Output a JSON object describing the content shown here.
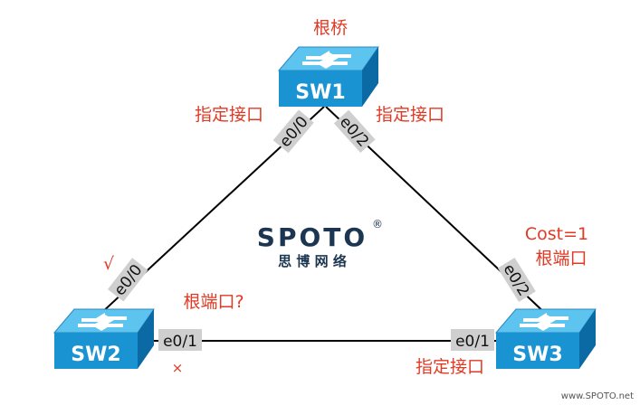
{
  "switches": [
    {
      "name": "SW1",
      "role": "根桥"
    },
    {
      "name": "SW2"
    },
    {
      "name": "SW3"
    }
  ],
  "ports": {
    "sw1_e00": "e0/0",
    "sw1_e02": "e0/2",
    "sw2_e00": "e0/0",
    "sw2_e01": "e0/1",
    "sw3_e02": "e0/2",
    "sw3_e01": "e0/1"
  },
  "annotations": {
    "sw1_left": "指定接口",
    "sw1_right": "指定接口",
    "sw2_check": "√",
    "sw2_question": "根端口?",
    "sw2_cross": "×",
    "sw3_cost": "Cost=1",
    "sw3_root_port": "根端口",
    "sw3_designated": "指定接口"
  },
  "logo": {
    "brand": "SPOTO",
    "reg": "®",
    "subtitle": "思 博 网 络"
  },
  "watermark": "www.SPOTO.net",
  "colors": {
    "annotation": "#e03a25",
    "switch_top": "#5cc4ee",
    "switch_front": "#1a93d2",
    "switch_side": "#0b6aa3"
  }
}
